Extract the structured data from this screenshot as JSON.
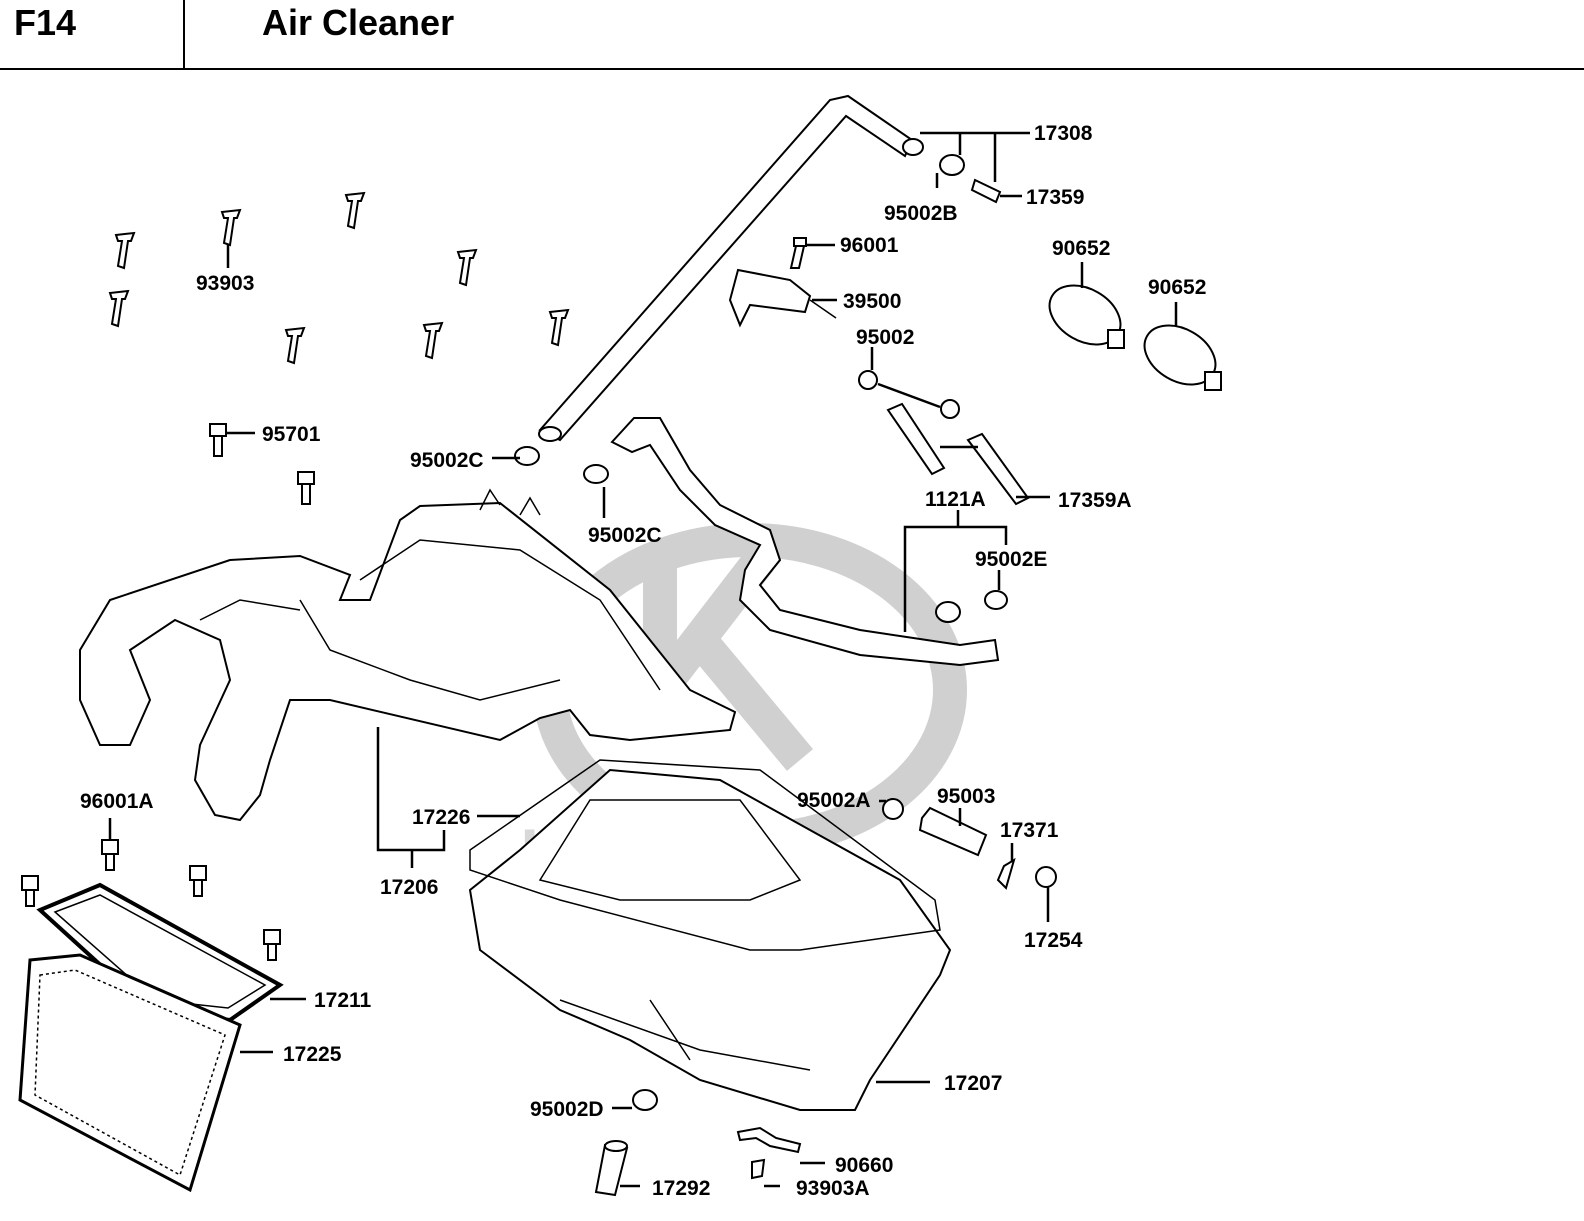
{
  "header": {
    "code": "F14",
    "title": "Air Cleaner"
  },
  "watermark": {
    "text": "kymco"
  },
  "labels": {
    "l17308": "17308",
    "l17359": "17359",
    "l95002B": "95002B",
    "l96001": "96001",
    "l39500": "39500",
    "l95002": "95002",
    "l90652a": "90652",
    "l90652b": "90652",
    "l93903": "93903",
    "l95701": "95701",
    "l95002C_a": "95002C",
    "l95002C_b": "95002C",
    "l17359A": "17359A",
    "l1121A": "1121A",
    "l95002E": "95002E",
    "l96001A": "96001A",
    "l17226": "17226",
    "l17206": "17206",
    "l95002A": "95002A",
    "l95003": "95003",
    "l17371": "17371",
    "l17254": "17254",
    "l17211": "17211",
    "l17225": "17225",
    "l17207": "17207",
    "l95002D": "95002D",
    "l90660": "90660",
    "l17292": "17292",
    "l93903A": "93903A"
  }
}
